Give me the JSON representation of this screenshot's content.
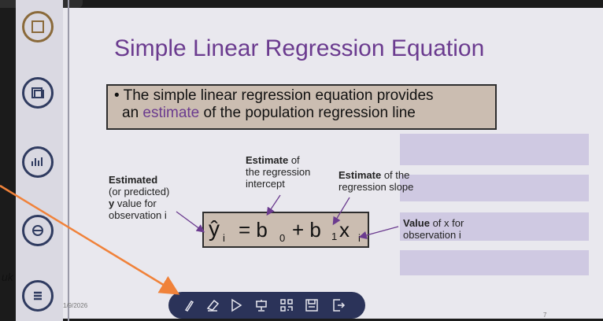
{
  "slide": {
    "title": "Simple Linear Regression Equation",
    "bullet_line1": "• The simple linear regression equation provides",
    "bullet_line2_pre": "an ",
    "bullet_line2_highlight": "estimate",
    "bullet_line2_post": " of the population regression line"
  },
  "labels": {
    "estimated_line1": "Estimated",
    "estimated_line2": "(or predicted)",
    "estimated_line3_y": "y",
    "estimated_line3_post": " value for",
    "estimated_line4": "observation i",
    "intercept_bold": "Estimate",
    "intercept_line1_post": " of",
    "intercept_line2": "the regression",
    "intercept_line3": "intercept",
    "slope_bold": "Estimate",
    "slope_line1_post": " of the",
    "slope_line2": "regression slope",
    "value_bold": "Value",
    "value_line1_post": " of x for",
    "value_line2": "observation i"
  },
  "equation": {
    "yhat": "ŷ",
    "sub_i1": "i",
    "eq": "= b",
    "sub_0": "0",
    "plus": "+ b",
    "sub_1": "1",
    "x": "x",
    "sub_i2": "i"
  },
  "footer": {
    "date": "1/9/2026",
    "page": "7",
    "edge_text": "uk"
  },
  "colors": {
    "title": "#6b3b8f",
    "box_fill": "#cbbdb1",
    "toolbar": "#2b3359",
    "arrow": "#f0823a"
  },
  "icons": {
    "sidebar": [
      "crop-icon",
      "layers-icon",
      "stats-icon",
      "rotate-icon",
      "menu-icon"
    ],
    "toolbar": [
      "pen-icon",
      "eraser-icon",
      "pointer-icon",
      "presentation-icon",
      "qr-code-icon",
      "save-icon",
      "exit-icon"
    ]
  }
}
